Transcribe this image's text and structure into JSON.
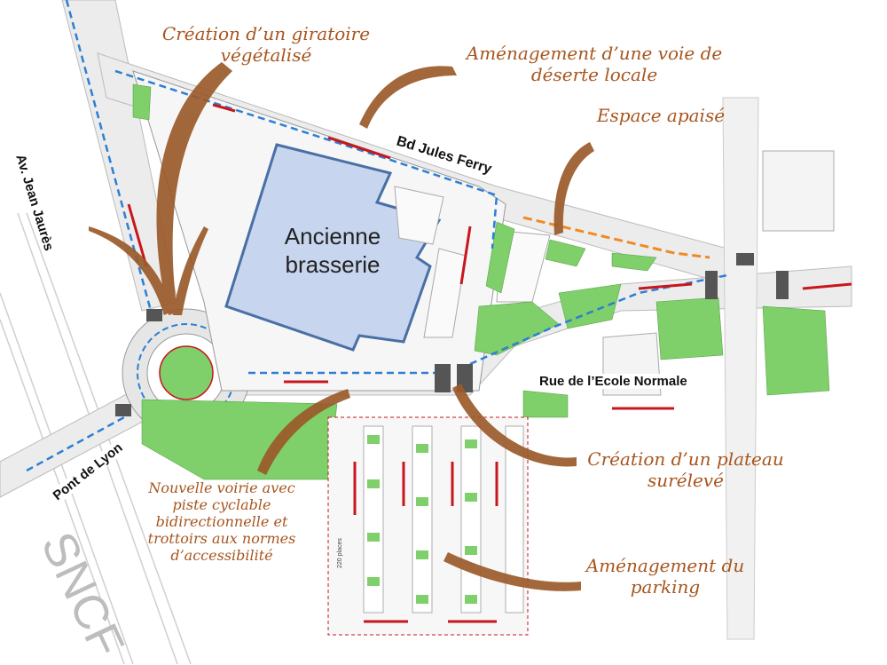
{
  "colors": {
    "callout_text": "#a8551e",
    "arrow_brown": "#9a5a2a",
    "building_fill": "#c7d6ee",
    "building_stroke": "#4a6fa5",
    "green": "#7fcf6a",
    "traffic_red": "#c8161d",
    "cycle_blue": "#2d7fd3",
    "orange_path": "#f08a24",
    "road_grey": "#d9d9d9"
  },
  "building": {
    "label_line1": "Ancienne",
    "label_line2": "brasserie"
  },
  "streets": {
    "jean_jaures": "Av. Jean Jaurès",
    "jules_ferry": "Bd Jules Ferry",
    "ecole_normale": "Rue de l’Ecole Normale",
    "pont_de_lyon": "Pont de Lyon"
  },
  "callouts": {
    "giratoire": {
      "line1": "Création d’un giratoire",
      "line2": "végétalisé"
    },
    "voie_desserte": {
      "line1": "Aménagement d’une voie de",
      "line2": "déserte locale"
    },
    "espace_apaise": {
      "line1": "Espace apaisé"
    },
    "plateau": {
      "line1": "Création d’un plateau",
      "line2": "surélevé"
    },
    "parking": {
      "line1": "Aménagement du",
      "line2": "parking"
    },
    "nouvelle_voirie": {
      "line1": "Nouvelle voirie avec",
      "line2": "piste cyclable",
      "line3": "bidirectionnelle et",
      "line4": "trottoirs aux normes",
      "line5": "d’accessibilité"
    }
  },
  "map_labels": {
    "sncf": "SNCF",
    "parking_places": "220 places"
  }
}
